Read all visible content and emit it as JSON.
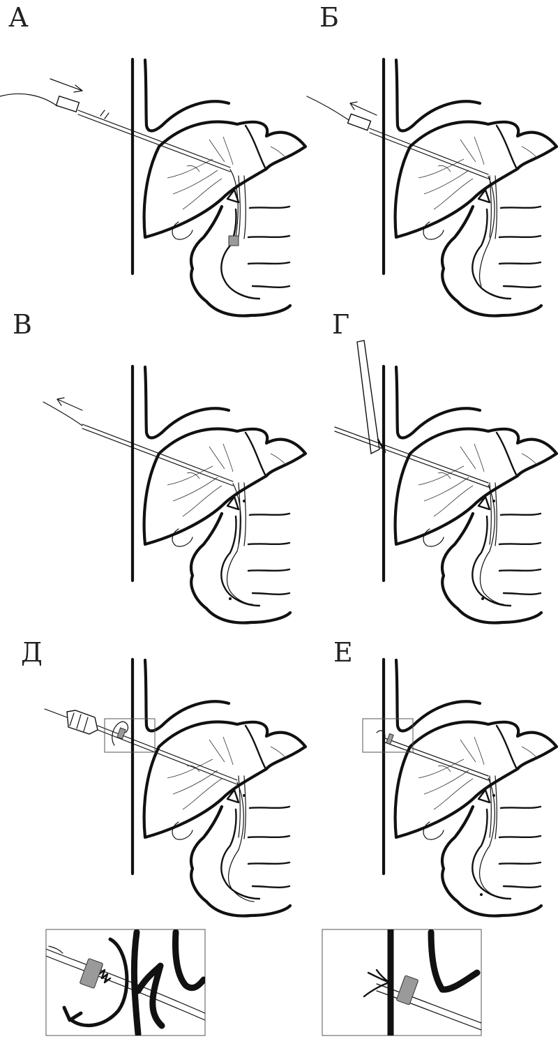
{
  "figure": {
    "panels": [
      {
        "id": "A",
        "label": "А",
        "arrow": "in",
        "tool": "needle"
      },
      {
        "id": "B",
        "label": "Б",
        "arrow": "out",
        "tool": "needle"
      },
      {
        "id": "V",
        "label": "В",
        "arrow": "out",
        "tool": "guidewire"
      },
      {
        "id": "G",
        "label": "Г",
        "arrow": "none",
        "tool": "dilator"
      },
      {
        "id": "D",
        "label": "Д",
        "arrow": "none",
        "tool": "fixation-rotate"
      },
      {
        "id": "E",
        "label": "Е",
        "arrow": "none",
        "tool": "fixation-tied"
      }
    ],
    "insets": [
      {
        "id": "D-detail",
        "of": "D"
      },
      {
        "id": "E-detail",
        "of": "E"
      }
    ],
    "colors": {
      "ink": "#111111",
      "clip": "#9a9a9a",
      "frame": "#555555",
      "background": "#ffffff"
    }
  }
}
